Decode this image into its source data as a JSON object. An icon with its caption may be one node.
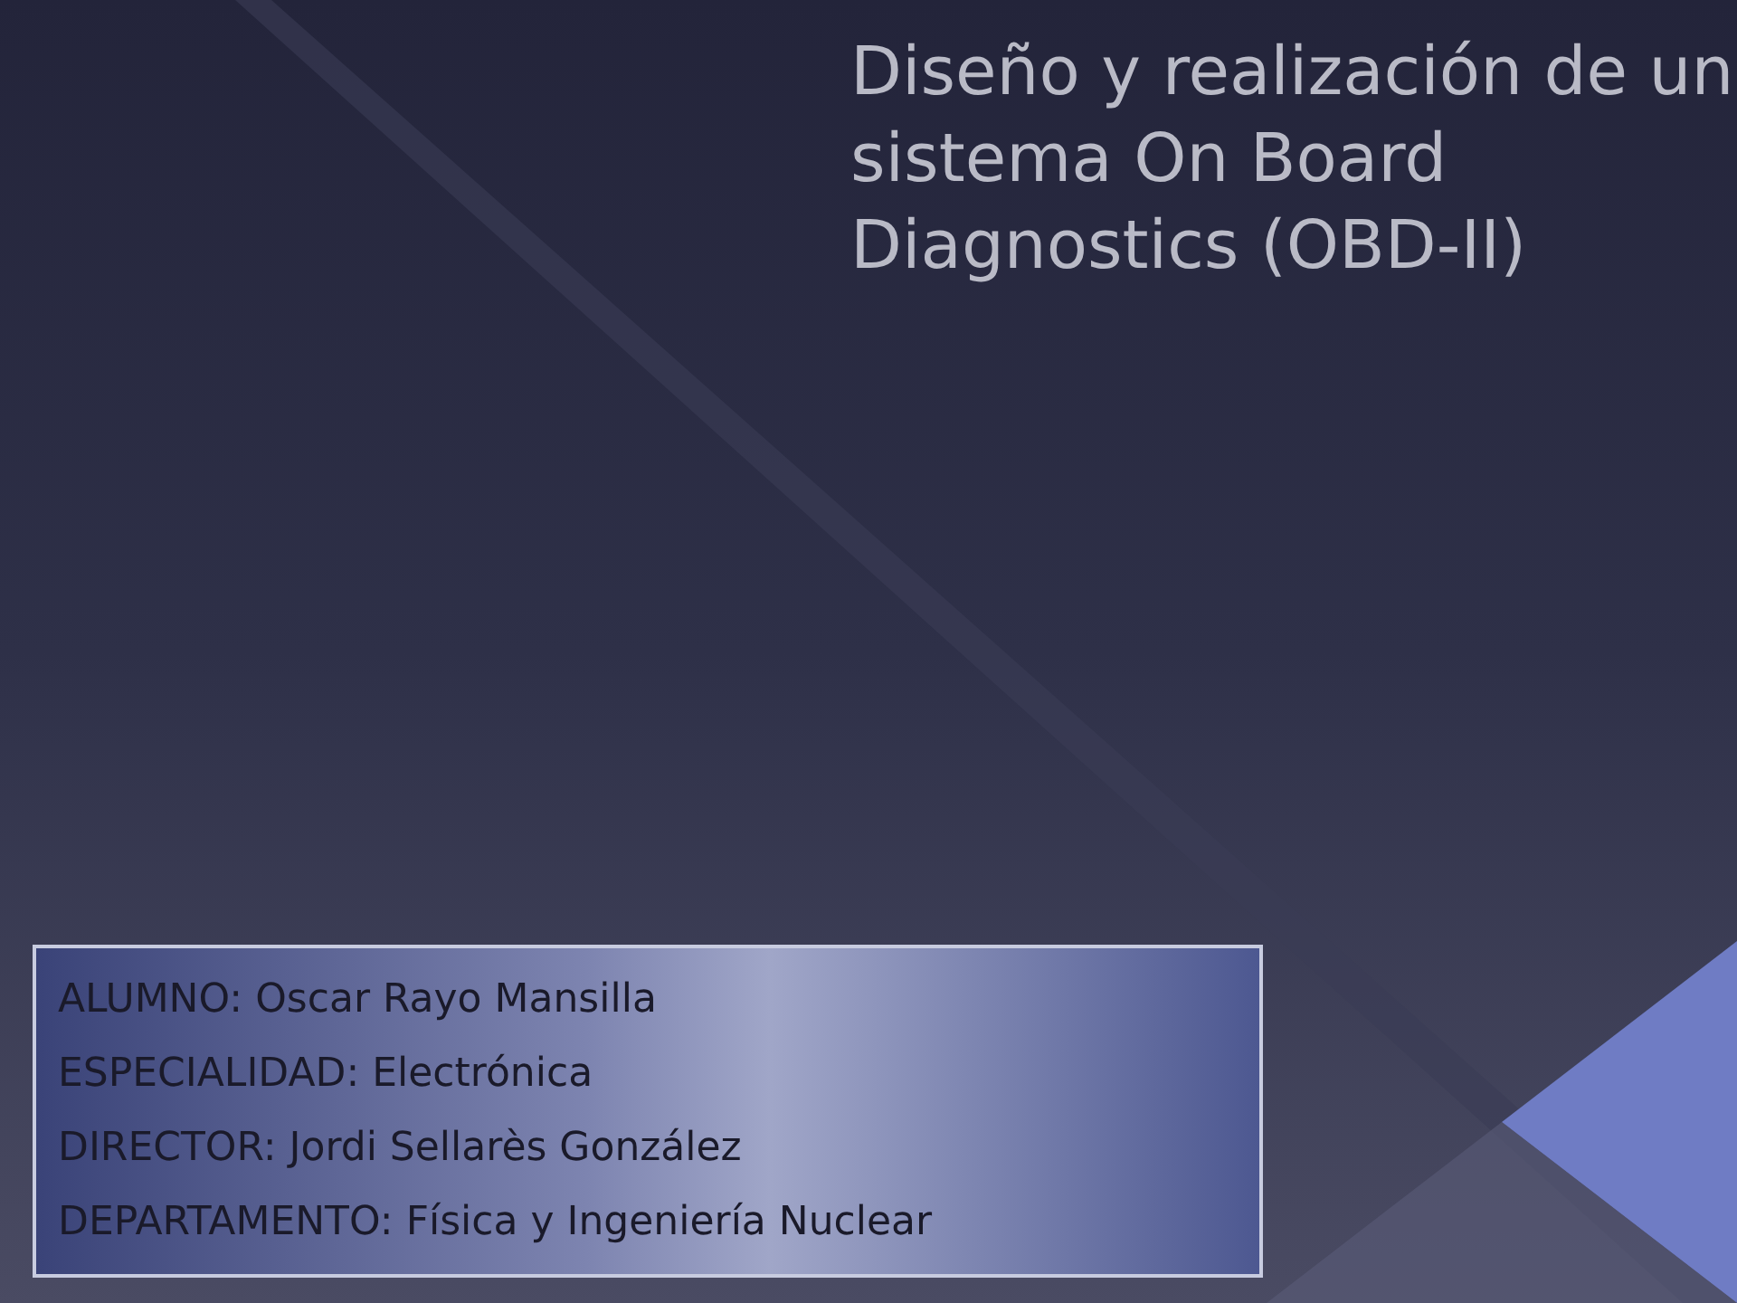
{
  "diagram": {
    "title": "Diseño y realización de un sistema On Board Diagnostics (OBD-II)",
    "nodes": [
      {
        "text": [
          "ALUMNO: Oscar Rayo Mansilla",
          "ESPECIALIDAD: Electrónica",
          "DIRECTOR: Jordi Sellarès González",
          "DEPARTAMENTO: Física y Ingeniería Nuclear"
        ]
      }
    ]
  }
}
